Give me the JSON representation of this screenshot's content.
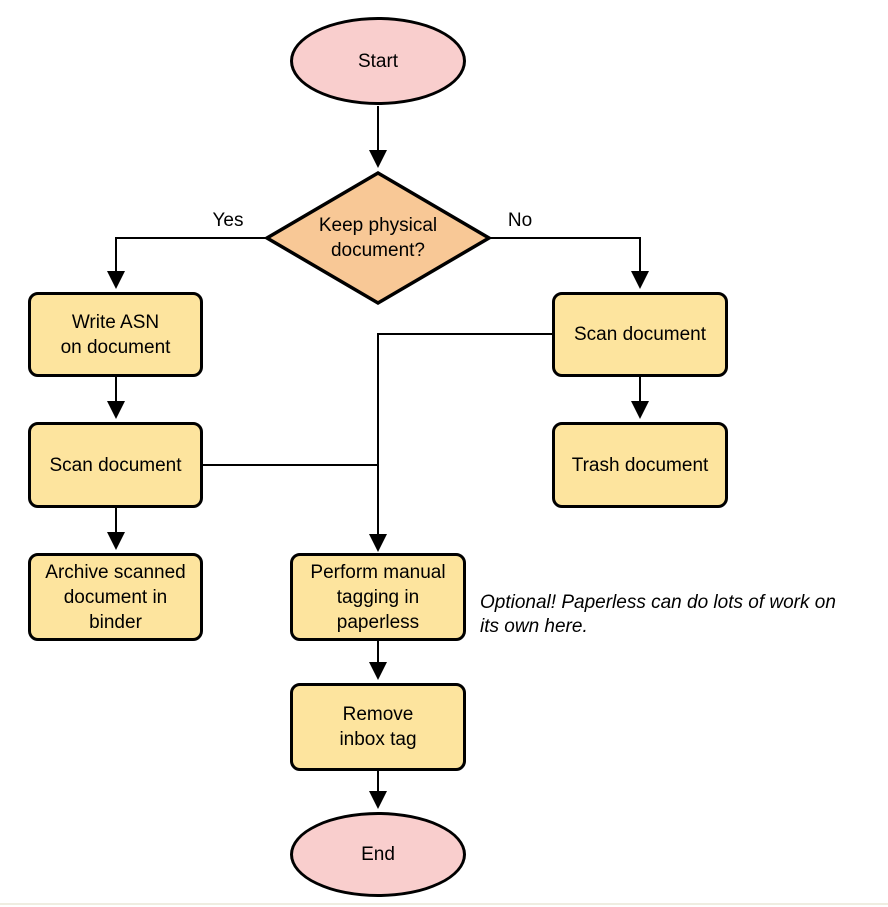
{
  "colors": {
    "terminal-fill": "#f9cecd",
    "decision-fill": "#f8c896",
    "process-fill": "#fde49e",
    "stroke": "#000000",
    "text": "#000000",
    "page-edge": "#efede1"
  },
  "diagram": {
    "type": "flowchart",
    "nodes": {
      "start": {
        "type": "terminal",
        "label": "Start"
      },
      "decision": {
        "type": "decision",
        "label": "Keep physical\ndocument?"
      },
      "write_asn": {
        "type": "process",
        "label": "Write ASN\non document"
      },
      "scan_left": {
        "type": "process",
        "label": "Scan document"
      },
      "archive": {
        "type": "process",
        "label": "Archive scanned\ndocument in\nbinder"
      },
      "scan_right": {
        "type": "process",
        "label": "Scan document"
      },
      "trash": {
        "type": "process",
        "label": "Trash document"
      },
      "tagging": {
        "type": "process",
        "label": "Perform manual\ntagging in\npaperless"
      },
      "remove_inbox": {
        "type": "process",
        "label": "Remove\ninbox tag"
      },
      "end": {
        "type": "terminal",
        "label": "End"
      }
    },
    "edges": [
      {
        "from": "start",
        "to": "decision"
      },
      {
        "from": "decision",
        "to": "write_asn",
        "label": "Yes"
      },
      {
        "from": "decision",
        "to": "scan_right",
        "label": "No"
      },
      {
        "from": "write_asn",
        "to": "scan_left"
      },
      {
        "from": "scan_left",
        "to": "archive"
      },
      {
        "from": "scan_right",
        "to": "trash"
      },
      {
        "from": "scan_left",
        "to": "tagging"
      },
      {
        "from": "scan_right",
        "to": "tagging"
      },
      {
        "from": "tagging",
        "to": "remove_inbox"
      },
      {
        "from": "remove_inbox",
        "to": "end"
      }
    ],
    "annotation": "Optional! Paperless can do lots of work on\nits own here."
  }
}
